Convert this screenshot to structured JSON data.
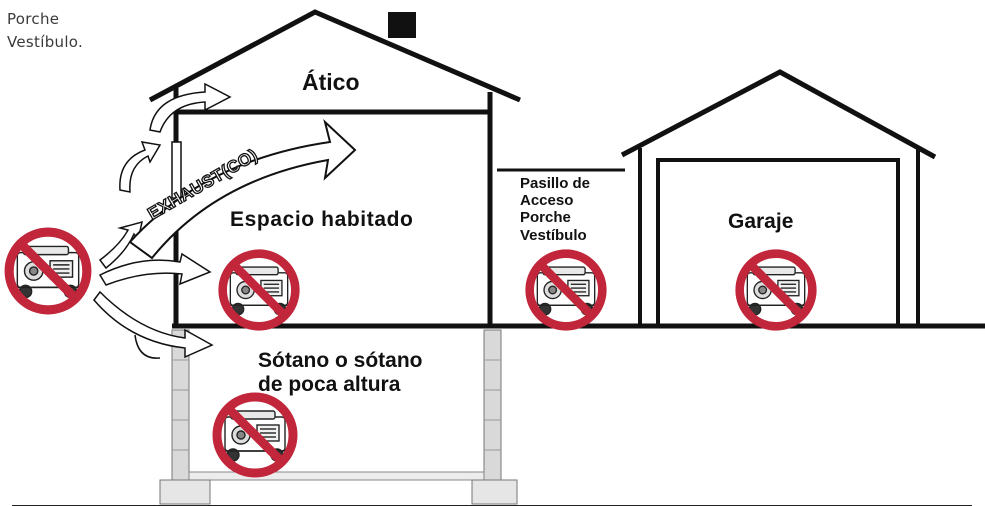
{
  "corner_text": {
    "line1": "Porche",
    "line2": "Vestíbulo."
  },
  "labels": {
    "attic": "Ático",
    "living": "Espacio habitado",
    "hall": [
      "Pasillo de",
      "Acceso",
      "Porche",
      "Vestíbulo"
    ],
    "garage": "Garaje",
    "basement": [
      "Sótano o sótano",
      "de poca altura"
    ],
    "exhaust": "EXHAUST(CO)"
  },
  "prohibition_color": "#c1263a",
  "icons": [
    "no-generator-icon"
  ]
}
